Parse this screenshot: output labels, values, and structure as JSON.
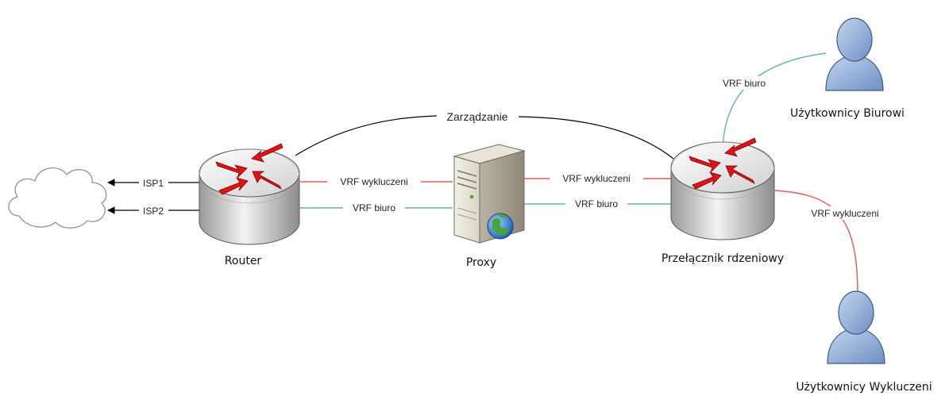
{
  "diagram": {
    "nodes": {
      "router": {
        "label": "Router",
        "icon": "router-icon"
      },
      "proxy": {
        "label": "Proxy",
        "icon": "proxy-server-icon"
      },
      "core_switch": {
        "label": "Przełącznik rdzeniowy",
        "icon": "core-switch-icon"
      },
      "office_users": {
        "label": "Użytkownicy Biurowi",
        "icon": "user-icon"
      },
      "excluded_users": {
        "label": "Użytkownicy Wykluczeni",
        "icon": "user-icon"
      },
      "internet": {
        "icon": "cloud-icon"
      }
    },
    "links": {
      "isp1": "ISP1",
      "isp2": "ISP2",
      "management": "Zarządzanie",
      "router_proxy_excluded": "VRF wykluczeni",
      "router_proxy_office": "VRF biuro",
      "proxy_switch_excluded": "VRF wykluczeni",
      "proxy_switch_office": "VRF biuro",
      "switch_office_users": "VRF biuro",
      "switch_excluded_users": "VRF wykluczeni"
    },
    "colors": {
      "vrf_excluded": "#e05a5a",
      "vrf_office": "#5fb89a",
      "management": "#000000",
      "arrow_red": "#e01010",
      "device_silver": "#c8c8c8",
      "user_blue": "#8fb0dc"
    }
  }
}
